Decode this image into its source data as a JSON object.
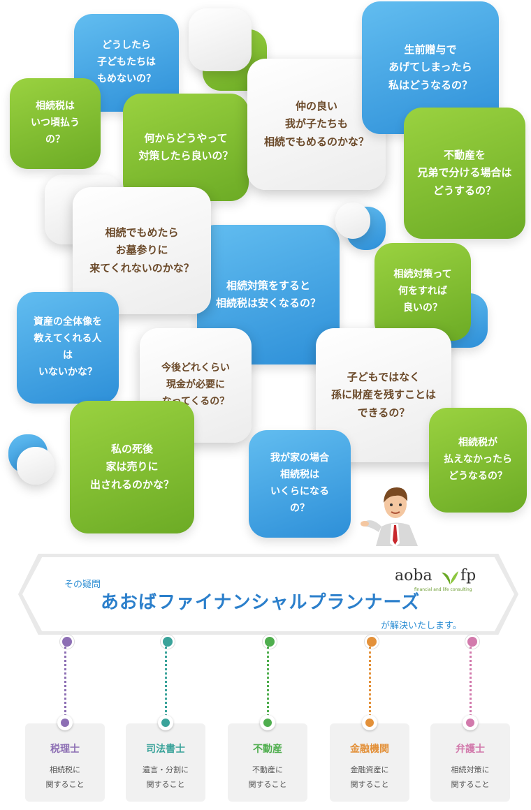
{
  "bubbles": {
    "q01": "どうしたら\n子どもたちは\nもめないの？",
    "q02": "相続税は\nいつ頃払うの？",
    "q03": "何からどうやって\n対策したら良いの？",
    "q04": "仲の良い\n我が子たちも\n相続でもめるのかな？",
    "q05": "生前贈与で\nあげてしまったら\n私はどうなるの？",
    "q06": "不動産を\n兄弟で分ける場合は\nどうするの？",
    "q07": "相続でもめたら\nお墓参りに\n来てくれないのかな？",
    "q08": "相続対策をすると\n相続税は安くなるの？",
    "q09": "相続対策って\n何をすれば\n良いの？",
    "q10": "資産の全体像を\n教えてくれる人は\nいないかな？",
    "q11": "今後どれくらい\n現金が必要に\nなってくるの？",
    "q12": "子どもではなく\n孫に財産を残すことは\nできるの？",
    "q13": "私の死後\n家は売りに\n出されるのかな？",
    "q14": "我が家の場合\n相続税は\nいくらになるの？",
    "q15": "相続税が\n払えなかったら\nどうなるの？"
  },
  "banner": {
    "kicker": "その疑問",
    "company": "あおばファイナンシャルプランナーズ",
    "tagline": "が解決いたします。",
    "logo_text": "aoba",
    "logo_fp": "fp",
    "logo_sub": "financial and life consulting"
  },
  "experts": [
    {
      "title": "税理士",
      "desc": "相続税に\n関すること",
      "color": "#8d6fb4"
    },
    {
      "title": "司法書士",
      "desc": "遺言・分割に\n関すること",
      "color": "#3aa39a"
    },
    {
      "title": "不動産",
      "desc": "不動産に\n関すること",
      "color": "#4fae4e"
    },
    {
      "title": "金融機関",
      "desc": "金融資産に\n関すること",
      "color": "#e3913a"
    },
    {
      "title": "弁護士",
      "desc": "相続対策に\n関すること",
      "color": "#d27aac"
    }
  ],
  "icons": {
    "advisor": "businessman-pointing-icon",
    "logo_leaf": "leaf-icon"
  }
}
